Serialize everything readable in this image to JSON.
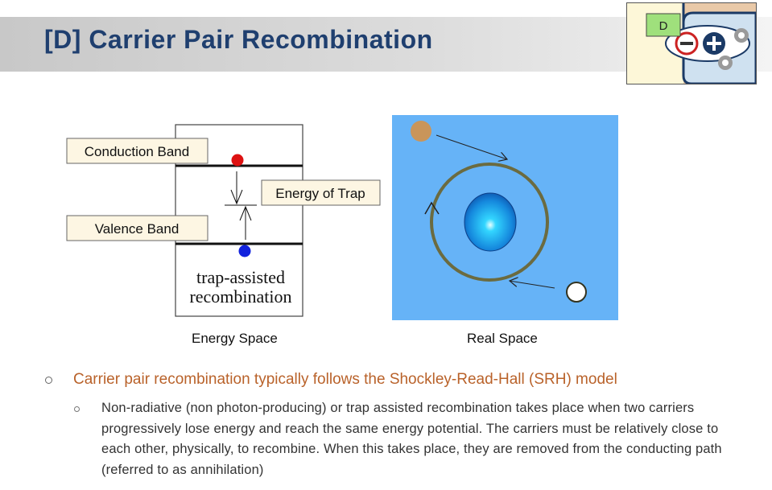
{
  "slide": {
    "title": "[D] Carrier Pair Recombination"
  },
  "logo": {
    "badge_text": "D",
    "icons": [
      "minus-circle-icon",
      "plus-circle-icon",
      "gear-icon"
    ]
  },
  "energy_diagram": {
    "conduction_band_label": "Conduction Band",
    "valence_band_label": "Valence Band",
    "trap_label": "Energy of Trap",
    "process_label_line1": "trap-assisted",
    "process_label_line2": "recombination",
    "caption": "Energy Space"
  },
  "real_space": {
    "caption": "Real Space"
  },
  "bullets": {
    "main": "Carrier pair recombination typically follows the Shockley-Read-Hall (SRH) model",
    "sub": "Non-radiative (non photon-producing) or trap assisted recombination takes place when two carriers progressively lose energy and reach the same energy potential.  The carriers must be relatively close to each other, physically, to recombine.  When this takes place, they are removed from the conducting path (referred to as annihilation)"
  },
  "colors": {
    "title": "#1f3f6f",
    "main_bullet": "#b9622a",
    "electron": "#dd1111",
    "hole_blue": "#1122dd",
    "real_space_bg": "#66b3f7",
    "orbit": "#6b6b40",
    "label_bg": "#fdf6e3"
  }
}
